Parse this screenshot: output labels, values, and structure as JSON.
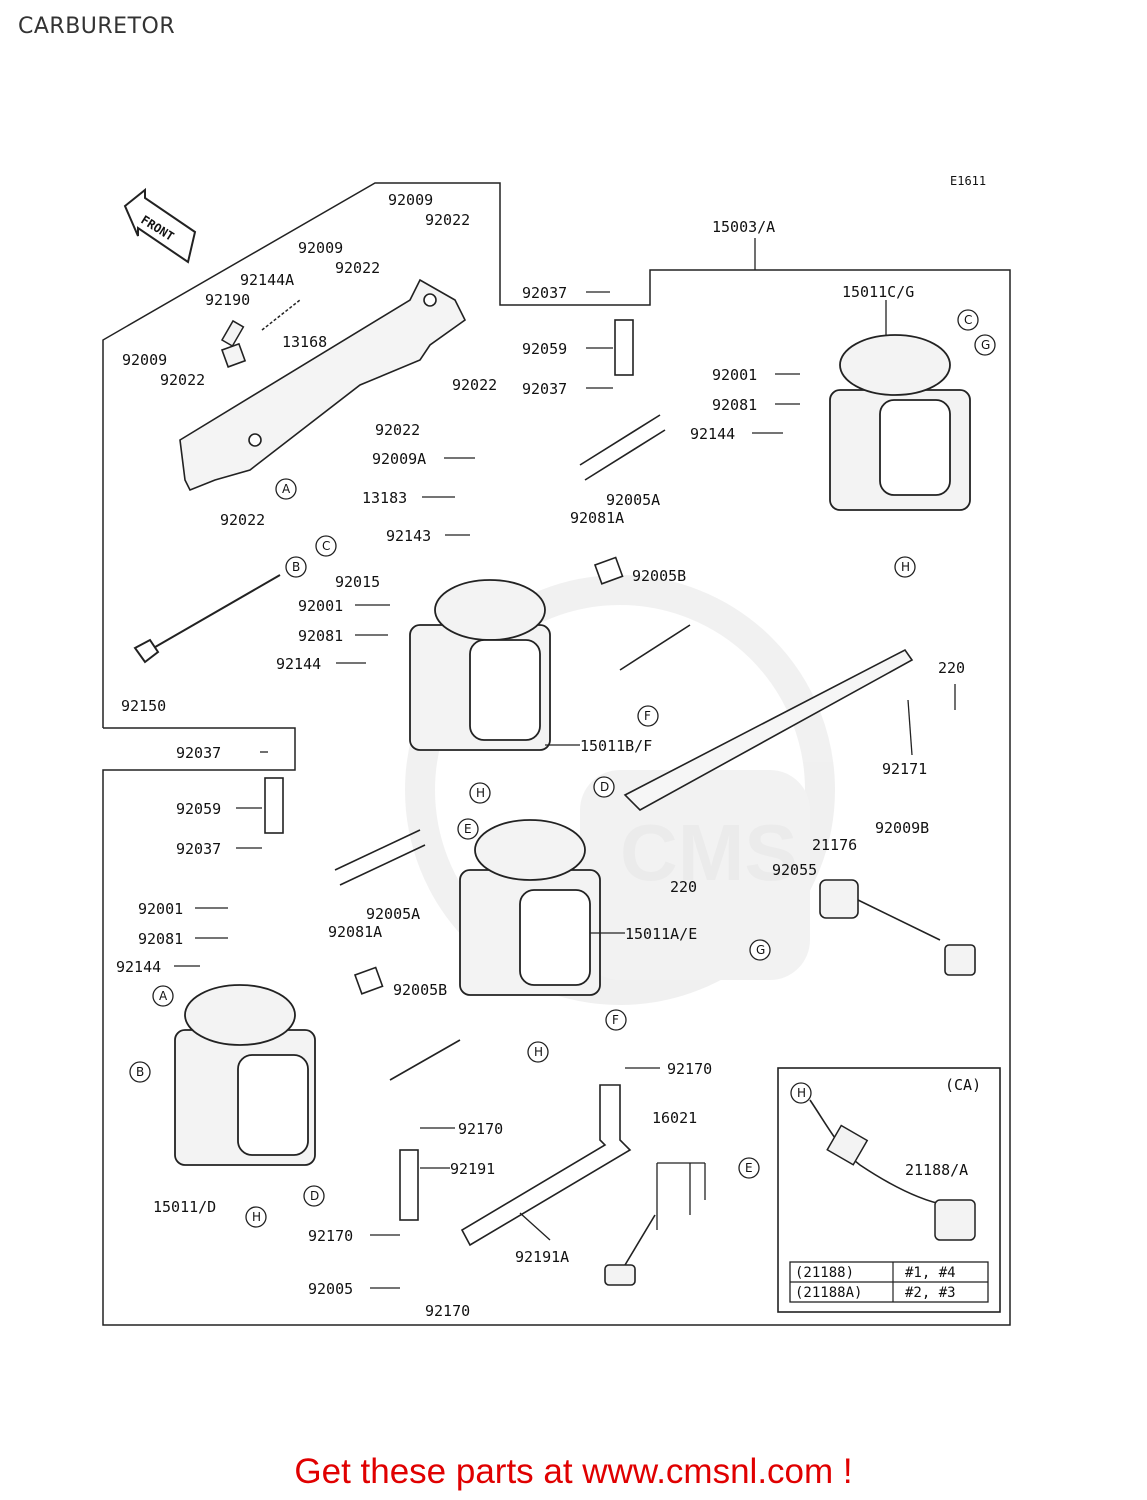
{
  "page": {
    "title": "CARBURETOR"
  },
  "diagram": {
    "code": "E1611",
    "front_label": "FRONT",
    "parts": {
      "p15003A": "15003/A",
      "p92037_top": "92037",
      "p15011CG": "15011C/G",
      "p92009_a": "92009",
      "p92022_a": "92022",
      "p92009_b": "92009",
      "p92022_b": "92022",
      "p92144A": "92144A",
      "p92190": "92190",
      "p13168": "13168",
      "p92009_c": "92009",
      "p92022_c": "92022",
      "p92022_d": "92022",
      "p92022_e": "92022",
      "p92022_f": "92022",
      "p92059_top": "92059",
      "p92037_mid": "92037",
      "p92001_r": "92001",
      "p92081_r": "92081",
      "p92144_r": "92144",
      "p92009A": "92009A",
      "p13183": "13183",
      "p92005A_top": "92005A",
      "p92143": "92143",
      "p92081A_top": "92081A",
      "p92015": "92015",
      "p92005B_top": "92005B",
      "p92001_m": "92001",
      "p92081_m": "92081",
      "p92144_m": "92144",
      "p92150": "92150",
      "p220_a": "220",
      "p92171": "92171",
      "p15011BF": "15011B/F",
      "p92037_left": "92037",
      "p92059_left": "92059",
      "p92037_left2": "92037",
      "p220_b": "220",
      "p21176": "21176",
      "p92009B": "92009B",
      "p92055": "92055",
      "p92005A_low": "92005A",
      "p92001_l": "92001",
      "p92081A_low": "92081A",
      "p15011AE": "15011A/E",
      "p92081_l": "92081",
      "p92144_l": "92144",
      "p92005B_low": "92005B",
      "p92170_a": "92170",
      "p92170_b": "92170",
      "p92191": "92191",
      "p16021": "16021",
      "p15011D": "15011/D",
      "p92170_c": "92170",
      "p92191A": "92191A",
      "p92005": "92005",
      "p92170_d": "92170",
      "p21188A": "21188/A"
    },
    "callouts": {
      "c_C1": "C",
      "c_G1": "G",
      "c_H1": "H",
      "c_A1": "A",
      "c_B1": "B",
      "c_C2": "C",
      "c_F1": "F",
      "c_H2": "H",
      "c_E1": "E",
      "c_D1": "D",
      "c_G2": "G",
      "c_A2": "A",
      "c_B2": "B",
      "c_H3": "H",
      "c_F2": "F",
      "c_E2": "E",
      "c_D2": "D",
      "c_H4": "H",
      "c_H5": "H"
    },
    "ca_box": {
      "title": "(CA)",
      "rows": [
        {
          "part": "(21188)",
          "cyl": "#1, #4"
        },
        {
          "part": "(21188A)",
          "cyl": "#2, #3"
        }
      ]
    }
  },
  "footer": {
    "text": "Get these parts at www.cmsnl.com !"
  }
}
